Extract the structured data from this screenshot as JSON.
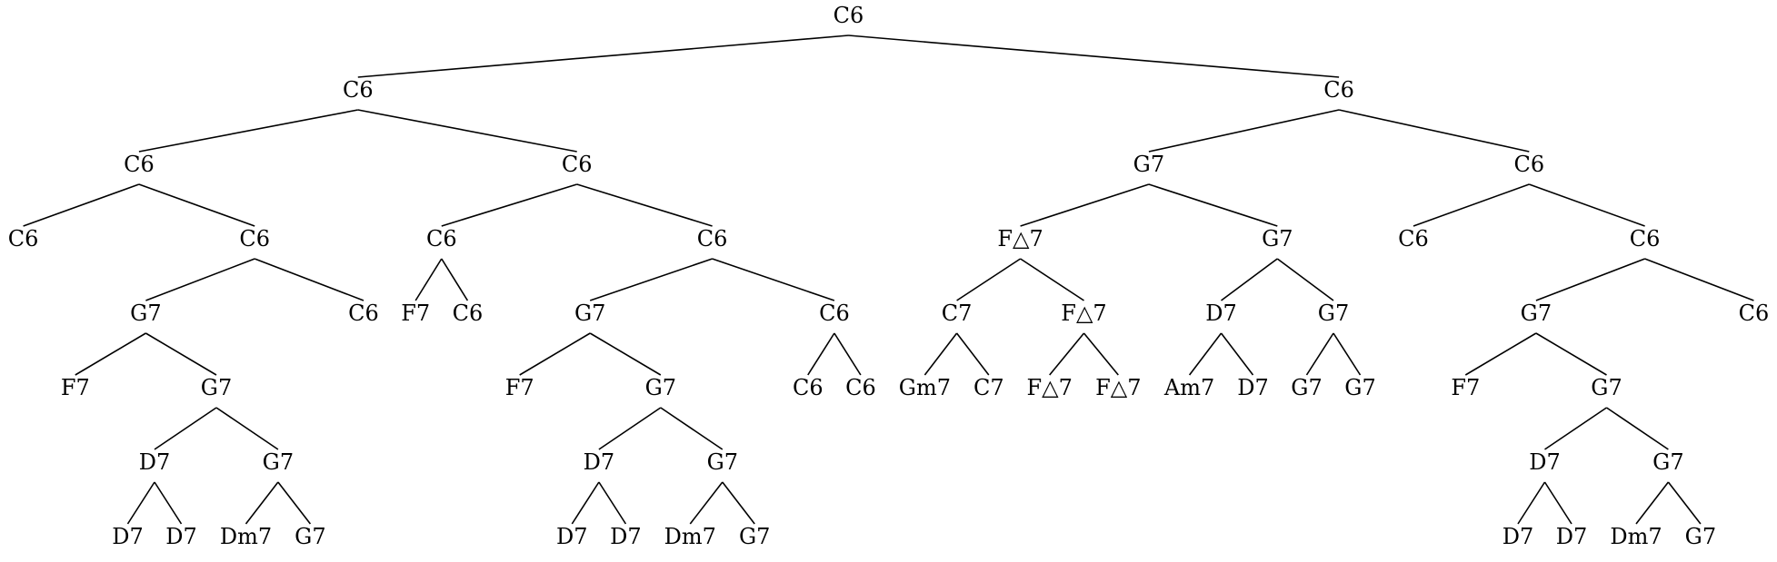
{
  "tree": {
    "label": "C6",
    "children": [
      {
        "label": "C6",
        "children": [
          {
            "label": "C6",
            "children": [
              {
                "label": "C6"
              },
              {
                "label": "C6",
                "children": [
                  {
                    "label": "G7",
                    "children": [
                      {
                        "label": "F7"
                      },
                      {
                        "label": "G7",
                        "children": [
                          {
                            "label": "D7",
                            "children": [
                              {
                                "label": "D7"
                              },
                              {
                                "label": "D7"
                              }
                            ]
                          },
                          {
                            "label": "G7",
                            "children": [
                              {
                                "label": "Dm7"
                              },
                              {
                                "label": "G7"
                              }
                            ]
                          }
                        ]
                      }
                    ]
                  },
                  {
                    "label": "C6"
                  }
                ]
              }
            ]
          },
          {
            "label": "C6",
            "children": [
              {
                "label": "C6",
                "children": [
                  {
                    "label": "F7"
                  },
                  {
                    "label": "C6"
                  }
                ]
              },
              {
                "label": "C6",
                "children": [
                  {
                    "label": "G7",
                    "children": [
                      {
                        "label": "F7"
                      },
                      {
                        "label": "G7",
                        "children": [
                          {
                            "label": "D7",
                            "children": [
                              {
                                "label": "D7"
                              },
                              {
                                "label": "D7"
                              }
                            ]
                          },
                          {
                            "label": "G7",
                            "children": [
                              {
                                "label": "Dm7"
                              },
                              {
                                "label": "G7"
                              }
                            ]
                          }
                        ]
                      }
                    ]
                  },
                  {
                    "label": "C6",
                    "children": [
                      {
                        "label": "C6"
                      },
                      {
                        "label": "C6"
                      }
                    ]
                  }
                ]
              }
            ]
          }
        ]
      },
      {
        "label": "C6",
        "children": [
          {
            "label": "G7",
            "children": [
              {
                "label": "F△7",
                "children": [
                  {
                    "label": "C7",
                    "children": [
                      {
                        "label": "Gm7"
                      },
                      {
                        "label": "C7"
                      }
                    ]
                  },
                  {
                    "label": "F△7",
                    "children": [
                      {
                        "label": "F△7"
                      },
                      {
                        "label": "F△7"
                      }
                    ]
                  }
                ]
              },
              {
                "label": "G7",
                "children": [
                  {
                    "label": "D7",
                    "children": [
                      {
                        "label": "Am7"
                      },
                      {
                        "label": "D7"
                      }
                    ]
                  },
                  {
                    "label": "G7",
                    "children": [
                      {
                        "label": "G7"
                      },
                      {
                        "label": "G7"
                      }
                    ]
                  }
                ]
              }
            ]
          },
          {
            "label": "C6",
            "children": [
              {
                "label": "C6"
              },
              {
                "label": "C6",
                "children": [
                  {
                    "label": "G7",
                    "children": [
                      {
                        "label": "F7"
                      },
                      {
                        "label": "G7",
                        "children": [
                          {
                            "label": "D7",
                            "children": [
                              {
                                "label": "D7"
                              },
                              {
                                "label": "D7"
                              }
                            ]
                          },
                          {
                            "label": "G7",
                            "children": [
                              {
                                "label": "Dm7"
                              },
                              {
                                "label": "G7"
                              }
                            ]
                          }
                        ]
                      }
                    ]
                  },
                  {
                    "label": "C6"
                  }
                ]
              }
            ]
          }
        ]
      }
    ]
  }
}
